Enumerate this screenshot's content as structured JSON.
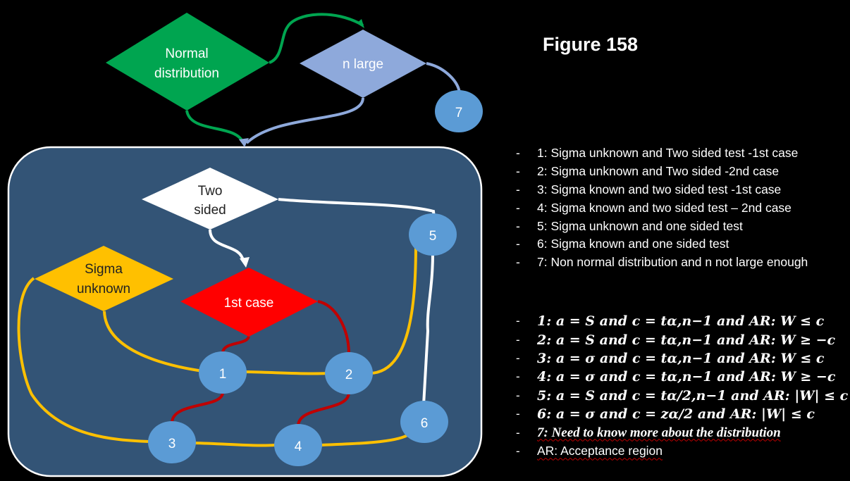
{
  "figure_title": "Figure 158",
  "nodes": {
    "normal_distribution": {
      "line1": "Normal",
      "line2": "distribution",
      "color": "#00a550"
    },
    "n_large": {
      "label": "n large",
      "color": "#8ea9db"
    },
    "two_sided": {
      "line1": "Two",
      "line2": "sided",
      "color": "#ffffff"
    },
    "sigma_unknown": {
      "line1": "Sigma",
      "line2": "unknown",
      "color": "#ffc000"
    },
    "first_case": {
      "label": "1st case",
      "color": "#ff0000"
    },
    "circles": [
      "1",
      "2",
      "3",
      "4",
      "5",
      "6",
      "7"
    ]
  },
  "colors": {
    "panel_fill": "#335476",
    "circle_fill": "#5b9bd5",
    "edge_green": "#00a550",
    "edge_lightblue": "#8ea9db",
    "edge_white": "#ffffff",
    "edge_yellow": "#ffc000",
    "edge_red": "#c00000"
  },
  "legend": [
    "1: Sigma unknown and Two sided test -1st case",
    "2: Sigma unknown and Two sided -2nd case",
    "3: Sigma known and two sided test -1st case",
    "4: Sigma known and two sided test – 2nd case",
    "5: Sigma unknown and one sided test",
    "6: Sigma known and one sided test",
    "7: Non normal distribution and n not large enough"
  ],
  "formulas": [
    "1: a = S and c = tα,n−1 and AR: W ≤ c",
    "2: a = S and c = tα,n−1 and AR: W ≥ −c",
    "3: a = σ and c = tα,n−1 and AR: W ≤ c",
    "4: a = σ and c = tα,n−1 and AR: W ≥ −c",
    "5: a = S and c = tα/2,n−1 and AR: |W| ≤ c",
    "6: a = σ and c = zα/2 and AR: |W| ≤ c",
    "7: Need to know more about the distribution",
    "AR: Acceptance region"
  ],
  "dash": "-"
}
